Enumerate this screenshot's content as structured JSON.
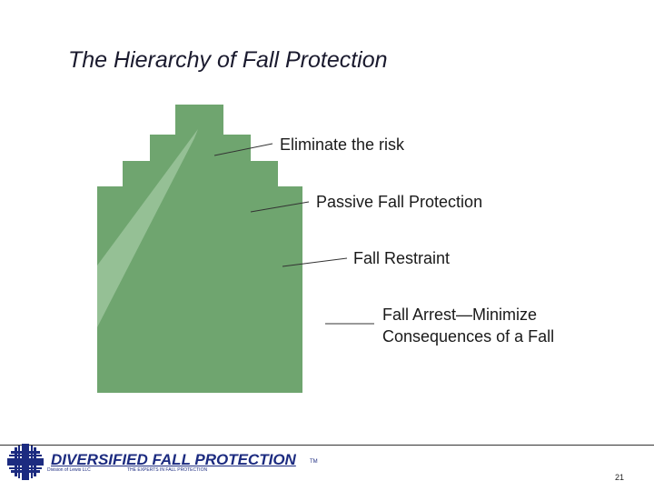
{
  "slide": {
    "title": "The Hierarchy of Fall Protection",
    "page_number": "21"
  },
  "diagram": {
    "fill_color": "#6fa56f",
    "highlight_color": "#9cc49c",
    "levels": [
      {
        "label": "Eliminate the risk"
      },
      {
        "label": "Passive Fall Protection"
      },
      {
        "label": "Fall Restraint"
      },
      {
        "label_line1": "Fall Arrest—Minimize",
        "label_line2": "Consequences of a Fall"
      }
    ]
  },
  "footer": {
    "brand": "DIVERSIFIED FALL PROTECTION",
    "trademark": "TM",
    "division": "Division of Lewis LLC",
    "tagline": "THE EXPERTS IN FALL PROTECTION",
    "brand_color": "#1c2b80"
  }
}
